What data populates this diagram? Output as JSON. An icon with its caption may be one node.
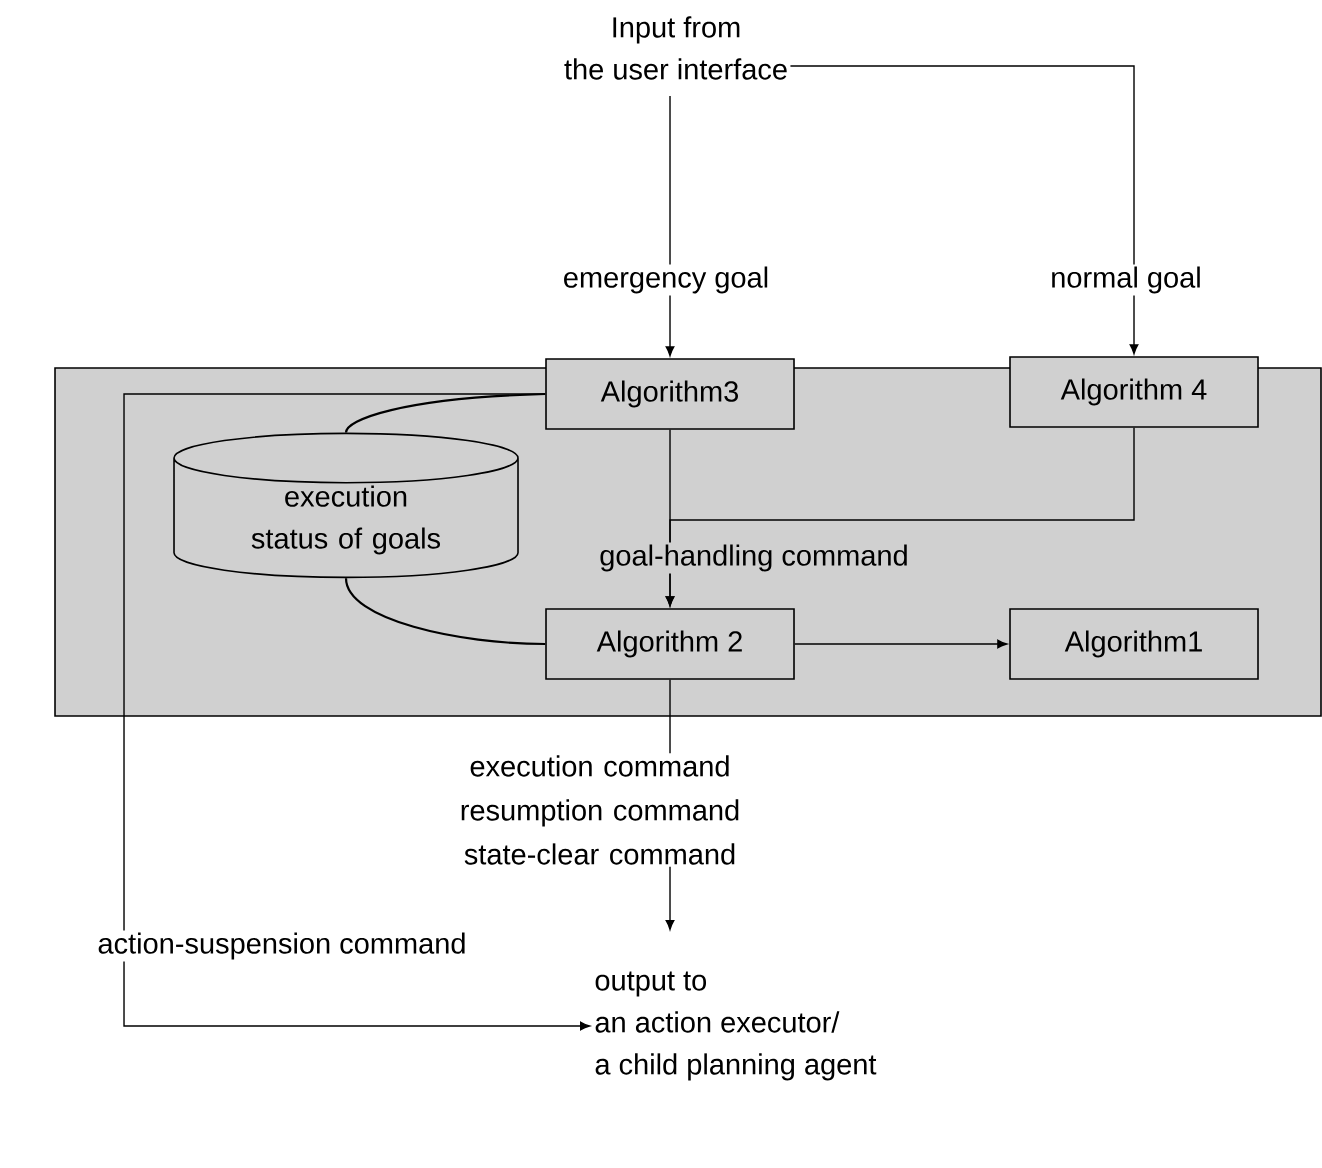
{
  "diagram": {
    "nodes": [
      {
        "text": [
          "Input from",
          "the user interface"
        ]
      },
      {
        "text": [],
        "shape": "box"
      },
      {
        "text": [
          "Algorithm3"
        ],
        "in": 1
      },
      {
        "text": [
          "Algorithm 4"
        ],
        "in": 1
      },
      {
        "text": [
          "execution status of goals"
        ],
        "in": 1
      },
      {
        "text": [
          "Algorithm 2"
        ],
        "in": 1
      },
      {
        "text": [
          "Algorithm1"
        ],
        "in": 1
      },
      {
        "text": [
          "output to",
          "an action executor/",
          "a child planning agent"
        ]
      }
    ],
    "edges": [
      {
        "from": 0,
        "to": 2,
        "arrow": "to",
        "label": "emergency goal"
      },
      {
        "from": 0,
        "to": 3,
        "arrow": "to",
        "label": "normal goal"
      },
      {
        "from": 2,
        "to": 4,
        "arrow": "none"
      },
      {
        "from": 4,
        "to": 5,
        "arrow": "none"
      },
      {
        "from": 2,
        "to": 5,
        "arrow": "to",
        "label": "goal-handling command"
      },
      {
        "from": 3,
        "to": 5,
        "arrow": "to"
      },
      {
        "from": 5,
        "to": 6,
        "arrow": "to"
      },
      {
        "from": 5,
        "to": 7,
        "arrow": "to",
        "label": "execution command resumption command state-clear command"
      },
      {
        "from": 2,
        "to": 7,
        "arrow": "to",
        "label": "action-suspension command"
      }
    ]
  }
}
